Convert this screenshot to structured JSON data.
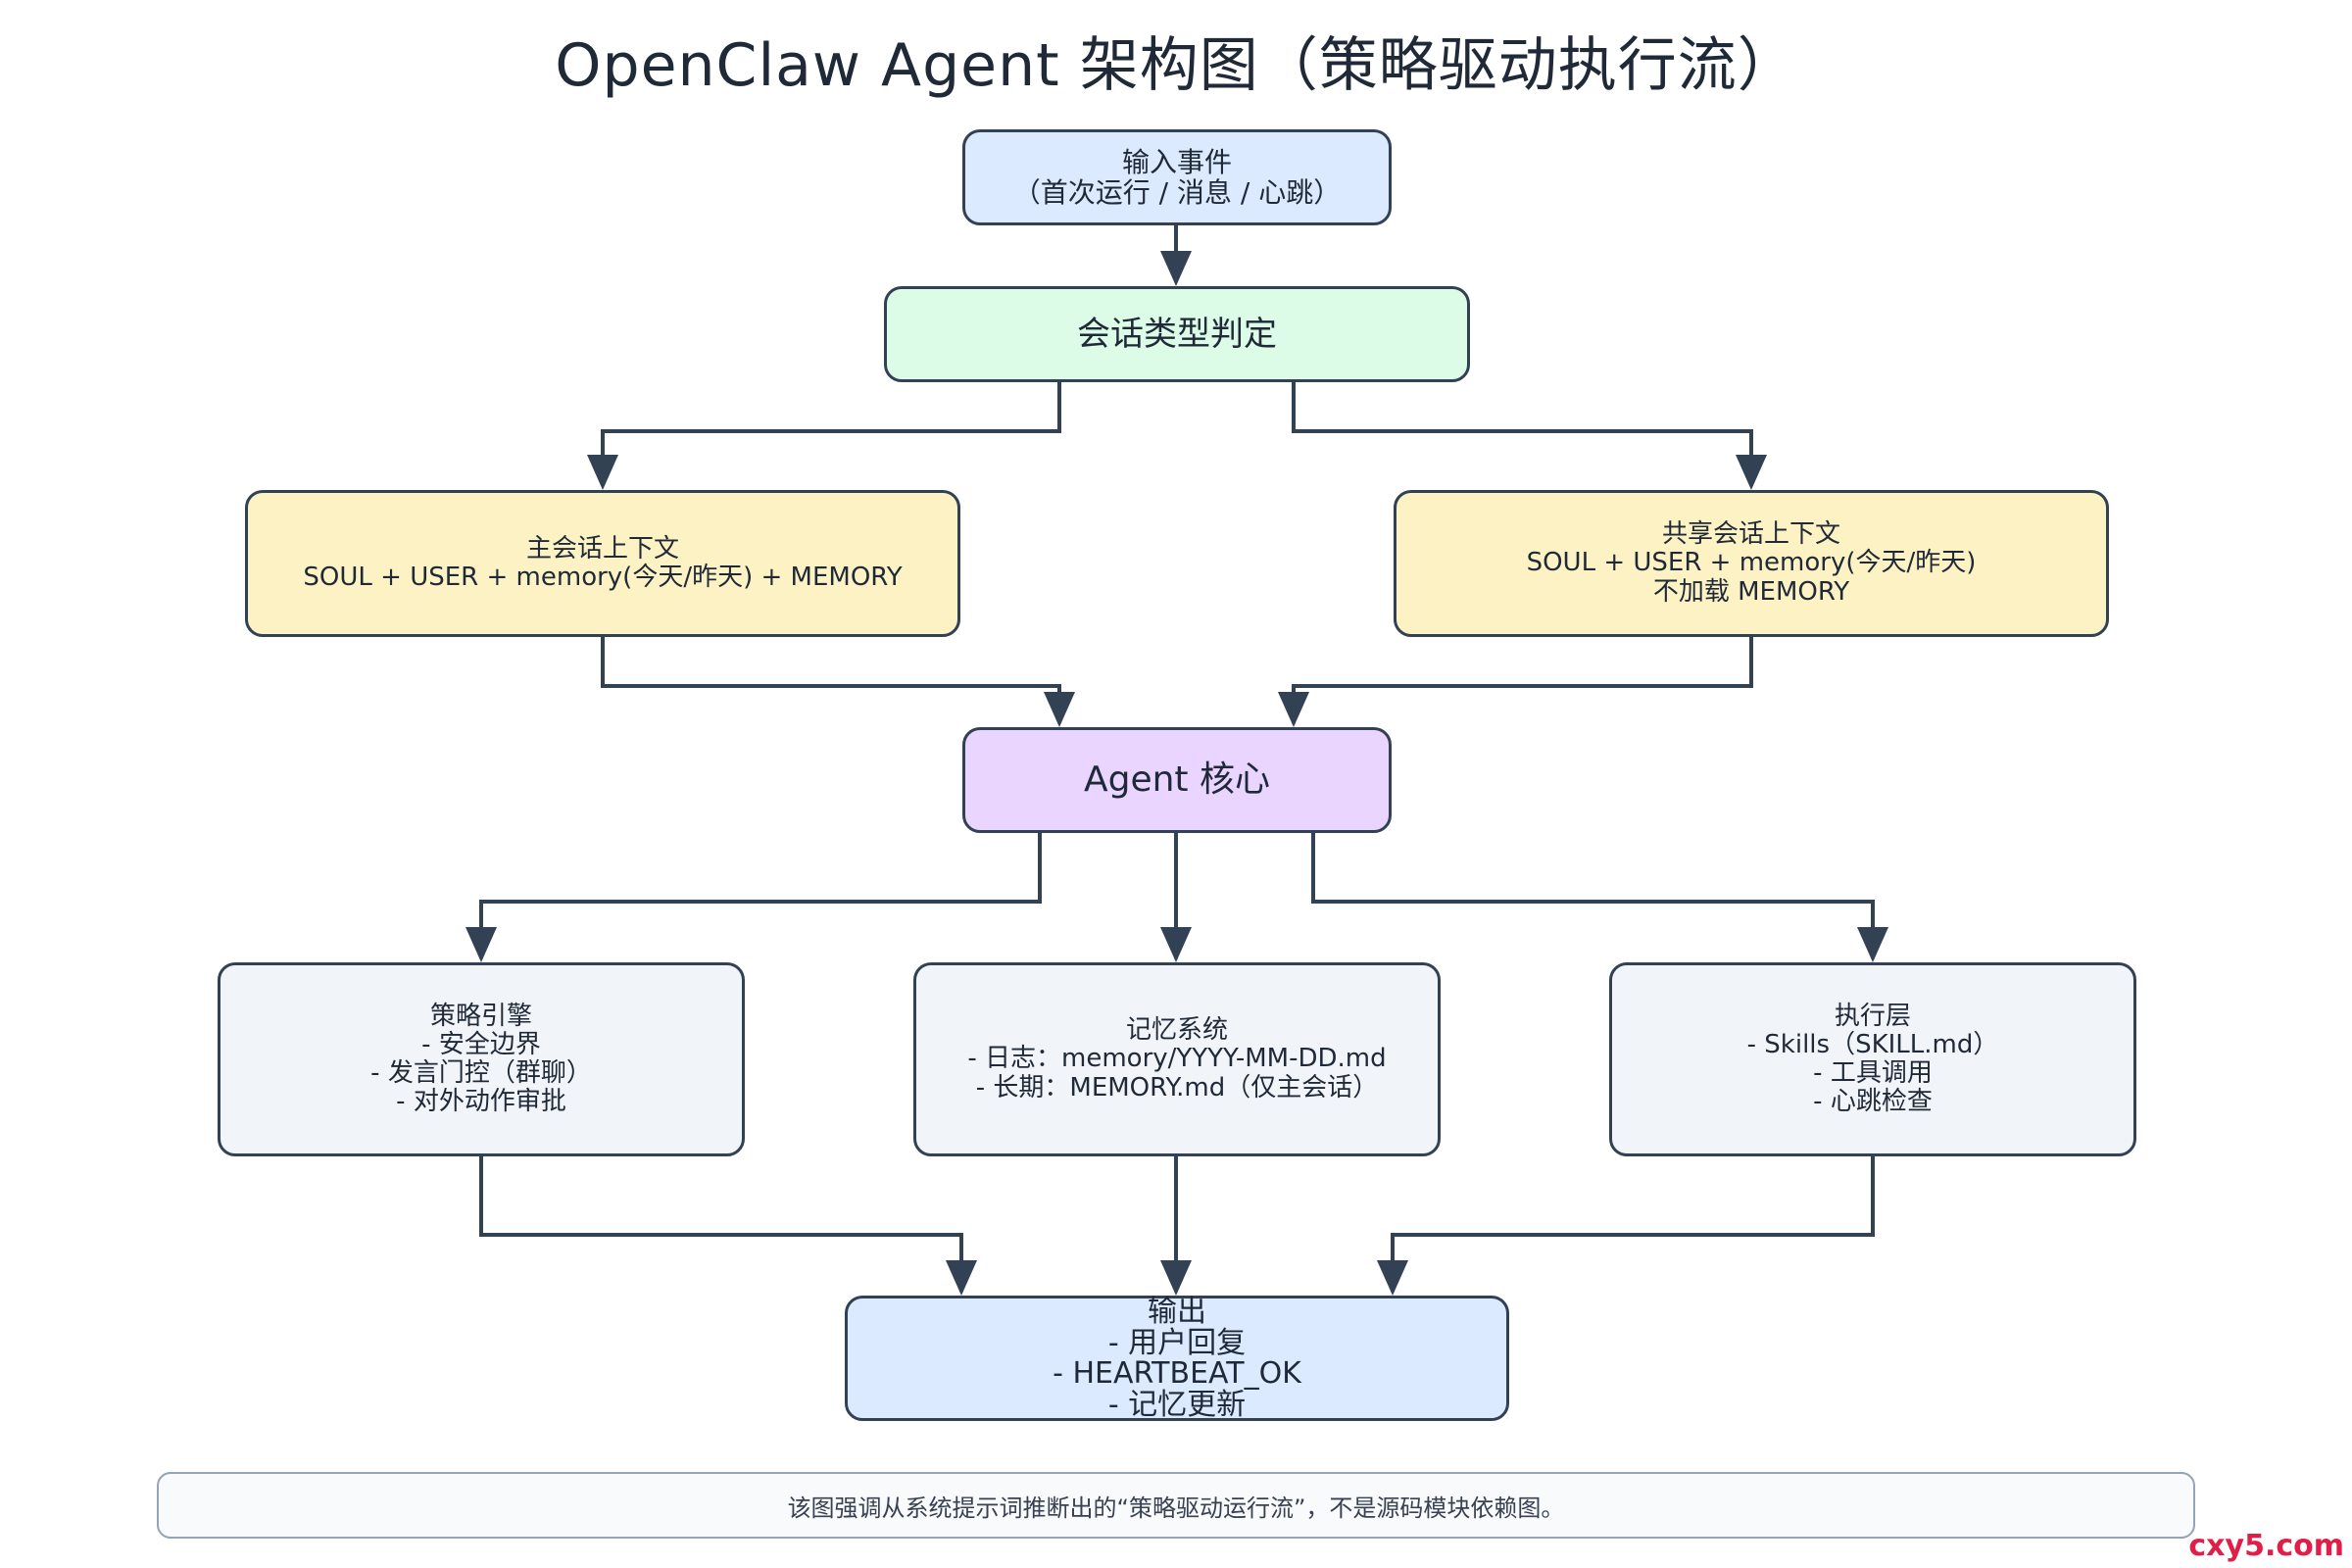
{
  "title": "OpenClaw Agent 架构图（策略驱动执行流）",
  "nodes": {
    "input": {
      "lines": [
        "输入事件",
        "（首次运行 / 消息 / 心跳）"
      ]
    },
    "judge": {
      "lines": [
        "会话类型判定"
      ]
    },
    "main": {
      "lines": [
        "主会话上下文",
        "SOUL + USER + memory(今天/昨天) + MEMORY"
      ]
    },
    "shared": {
      "lines": [
        "共享会话上下文",
        "SOUL + USER + memory(今天/昨天)",
        "不加载 MEMORY"
      ]
    },
    "core": {
      "lines": [
        "Agent 核心"
      ]
    },
    "policy": {
      "lines": [
        "策略引擎",
        "- 安全边界",
        "- 发言门控（群聊）",
        "- 对外动作审批"
      ]
    },
    "memory": {
      "lines": [
        "记忆系统",
        "- 日志：memory/YYYY-MM-DD.md",
        "- 长期：MEMORY.md（仅主会话）"
      ]
    },
    "exec": {
      "lines": [
        "执行层",
        "- Skills（SKILL.md）",
        "- 工具调用",
        "- 心跳检查"
      ]
    },
    "output": {
      "lines": [
        "输出",
        "- 用户回复",
        "- HEARTBEAT_OK",
        "- 记忆更新"
      ]
    }
  },
  "edges": [
    [
      "input",
      "judge"
    ],
    [
      "judge",
      "main"
    ],
    [
      "judge",
      "shared"
    ],
    [
      "main",
      "core"
    ],
    [
      "shared",
      "core"
    ],
    [
      "core",
      "policy"
    ],
    [
      "core",
      "memory"
    ],
    [
      "core",
      "exec"
    ],
    [
      "policy",
      "output"
    ],
    [
      "memory",
      "output"
    ],
    [
      "exec",
      "output"
    ]
  ],
  "note": "该图强调从系统提示词推断出的“策略驱动运行流”，不是源码模块依赖图。",
  "watermark": "cxy5.com",
  "colors": {
    "input": "#dbeafe",
    "judge": "#dcfce7",
    "context": "#fdf2c4",
    "core": "#e9d5ff",
    "module": "#f1f5f9",
    "output": "#dbeafe",
    "stroke": "#334155"
  }
}
